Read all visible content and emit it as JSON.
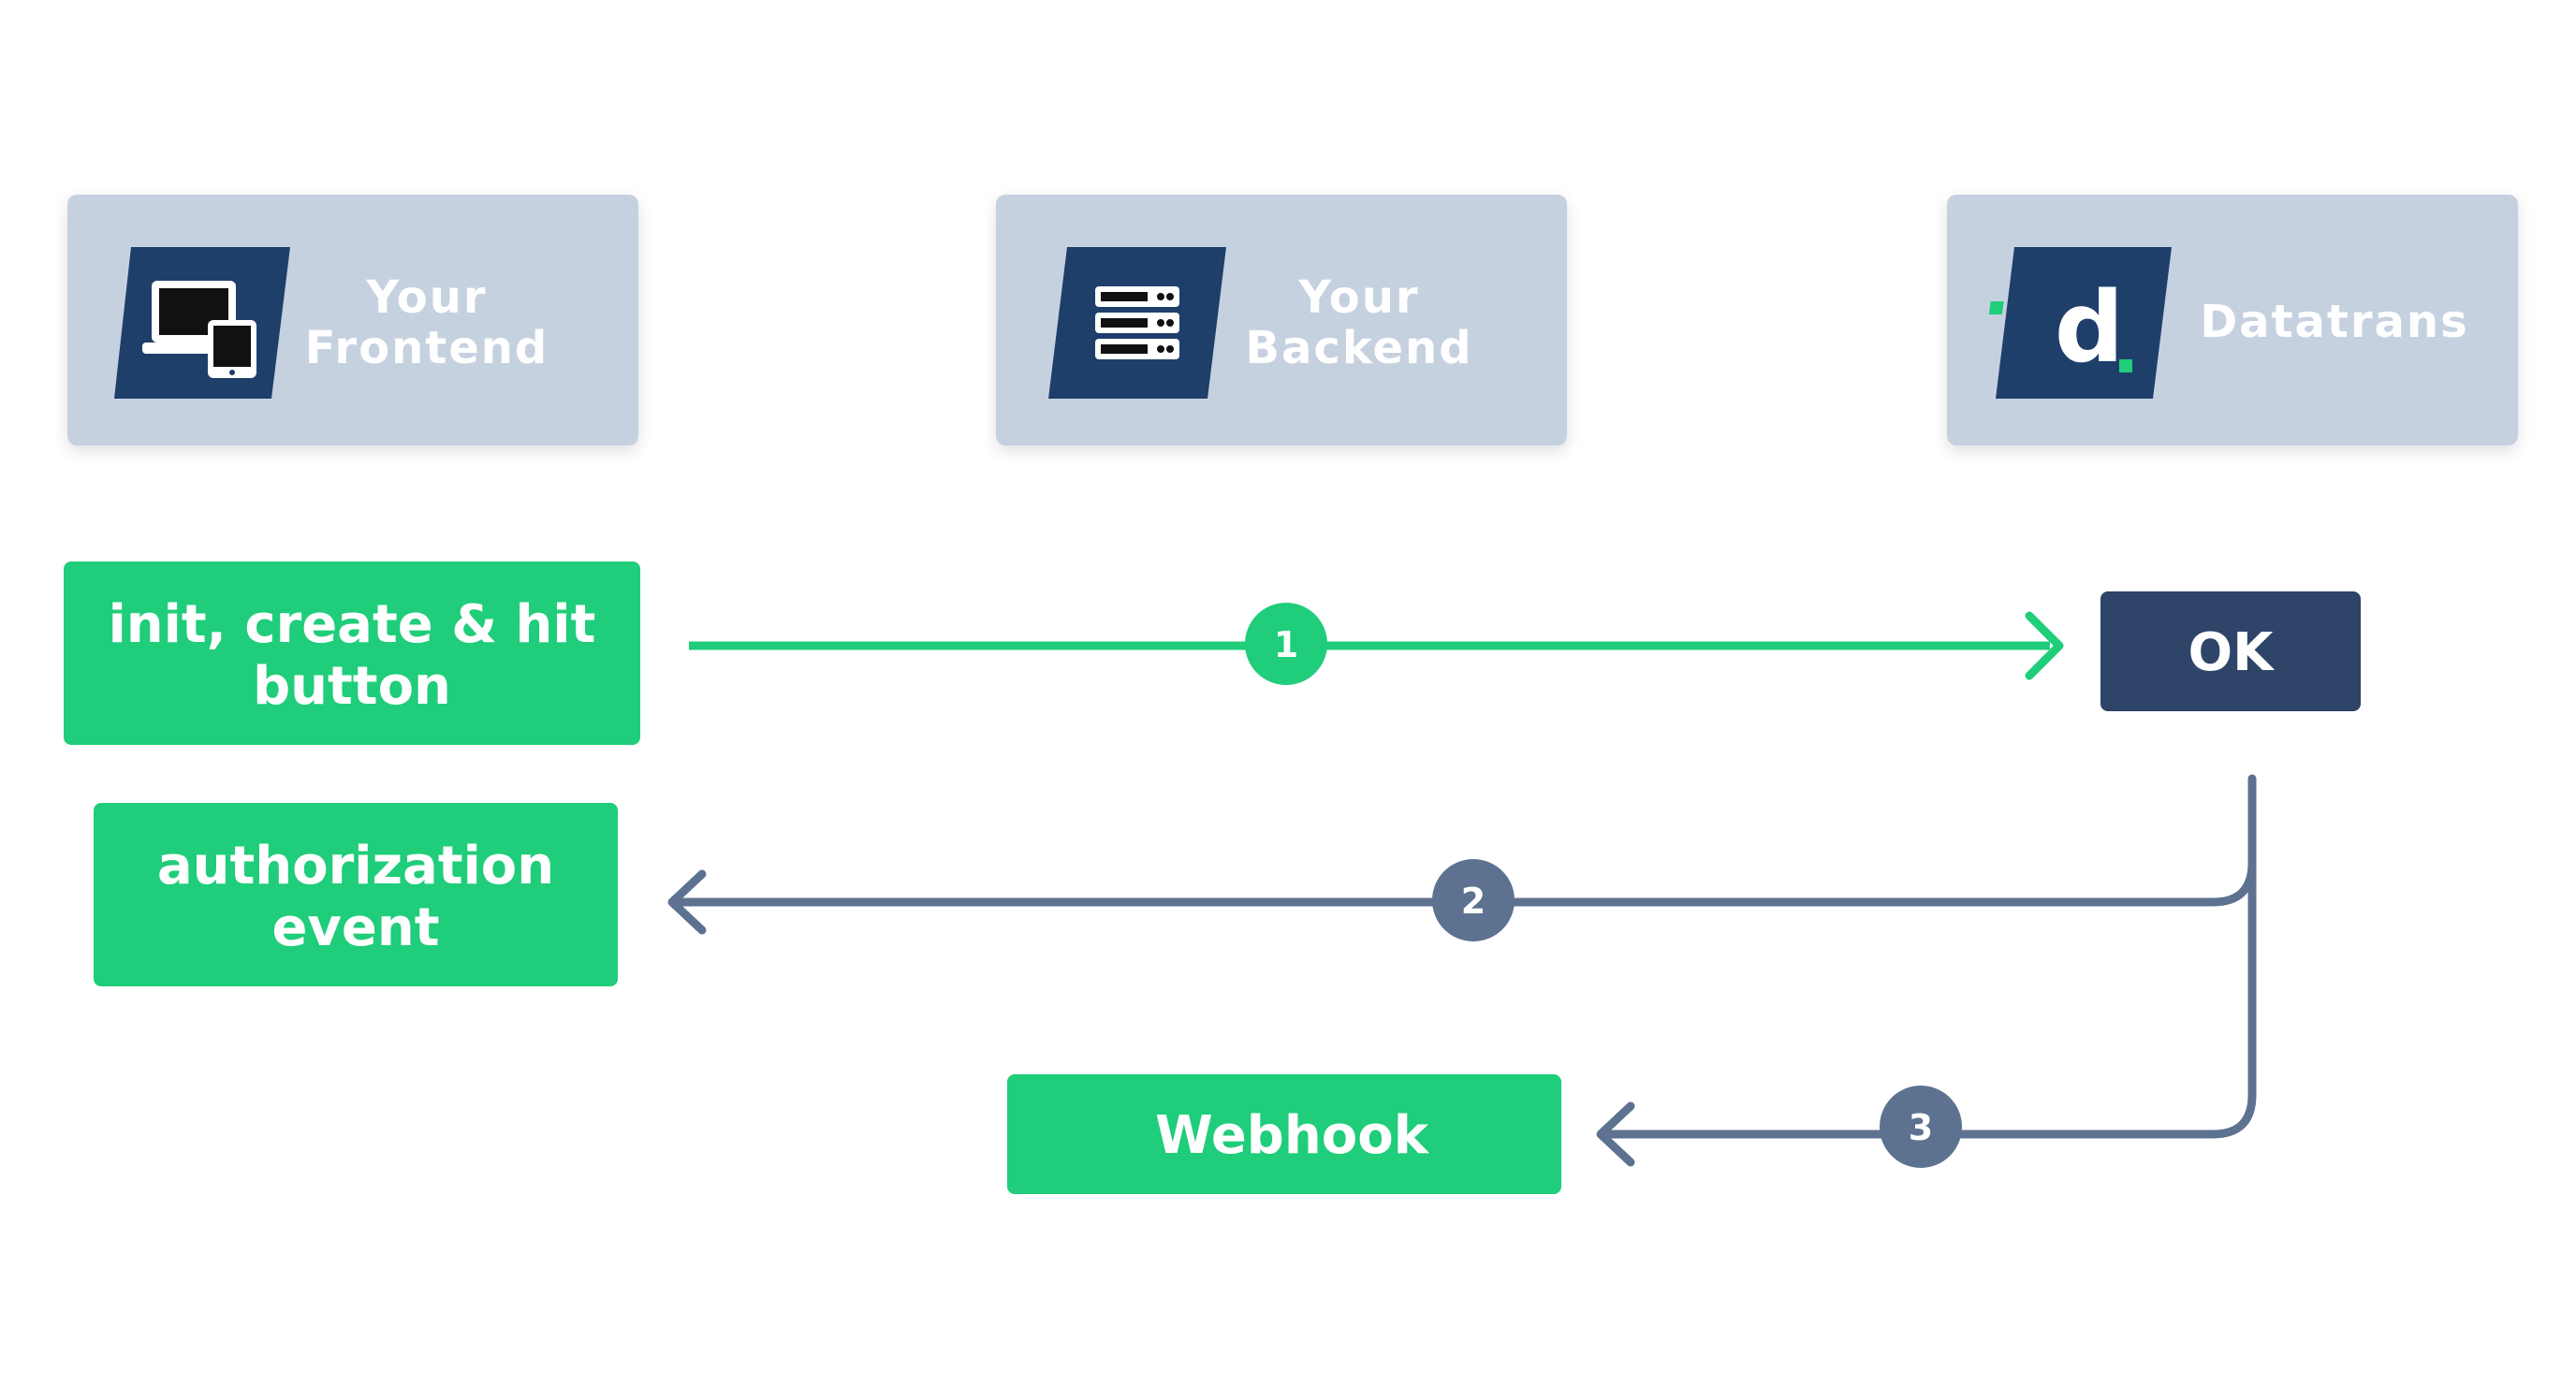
{
  "actors": {
    "frontend": {
      "line1": "Your",
      "line2": "Frontend"
    },
    "backend": {
      "line1": "Your",
      "line2": "Backend"
    },
    "datatrans": {
      "label": "Datatrans",
      "logo_letter": "d"
    }
  },
  "steps": {
    "init": {
      "line1": "init, create & hit",
      "line2": "button"
    },
    "ok": {
      "label": "OK"
    },
    "authorization": {
      "line1": "authorization",
      "line2": "event"
    },
    "webhook": {
      "label": "Webhook"
    }
  },
  "flows": {
    "one": {
      "number": "1"
    },
    "two": {
      "number": "2"
    },
    "three": {
      "number": "3"
    }
  },
  "colors": {
    "actor_box": "#c6d1e0",
    "icon_tile": "#1f3f6b",
    "green": "#1fcd7a",
    "navy": "#2e4468",
    "slate": "#5d7290",
    "white": "#ffffff"
  },
  "icons": {
    "frontend": "devices-icon",
    "backend": "server-icon",
    "datatrans": "datatrans-logo-icon"
  }
}
